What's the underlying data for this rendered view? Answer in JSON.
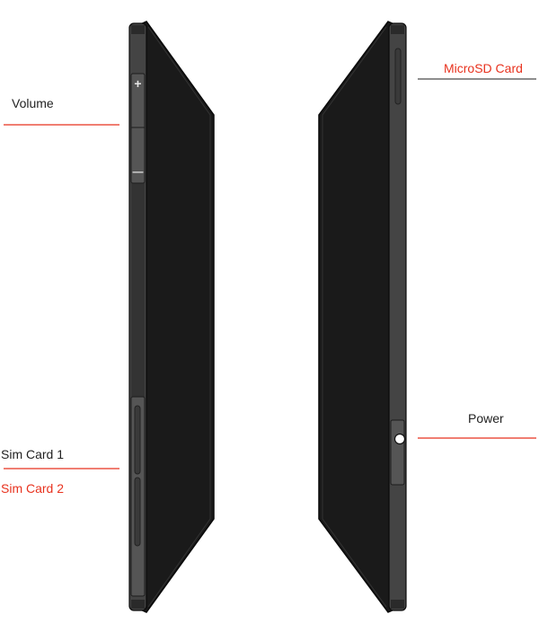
{
  "labels": {
    "volume": "Volume",
    "volume_plus": "+",
    "volume_minus": "—",
    "sim_card_1": "Sim Card 1",
    "sim_card_2": "Sim Card 2",
    "microsd_card": "MicroSD Card",
    "power": "Power"
  },
  "colors": {
    "accent_red": "#e8321e",
    "device_face": "#1a1a1a",
    "device_edge": "#444444",
    "outline": "#0a0a0a"
  }
}
